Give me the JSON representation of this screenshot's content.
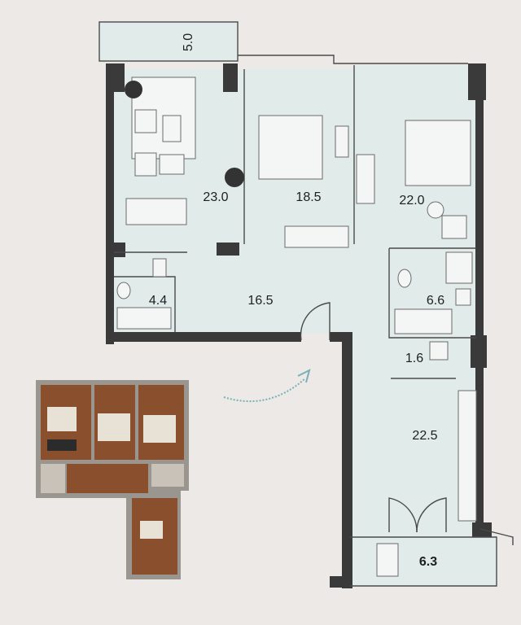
{
  "floor_plan": {
    "rooms": [
      {
        "id": "balcony-top",
        "area": "5.0"
      },
      {
        "id": "living",
        "area": "23.0"
      },
      {
        "id": "bedroom-1",
        "area": "18.5"
      },
      {
        "id": "bedroom-2",
        "area": "22.0"
      },
      {
        "id": "bathroom-1",
        "area": "4.4"
      },
      {
        "id": "hall",
        "area": "16.5"
      },
      {
        "id": "bathroom-2",
        "area": "6.6"
      },
      {
        "id": "storage",
        "area": "1.6"
      },
      {
        "id": "kitchen",
        "area": "22.5"
      },
      {
        "id": "balcony-bottom",
        "area": "6.3"
      }
    ],
    "colors": {
      "background": "#ece9e6",
      "room_fill": "#e1ebea",
      "wall": "#3a3a3a",
      "thumbnail_floor": "#8a4f2c"
    }
  }
}
